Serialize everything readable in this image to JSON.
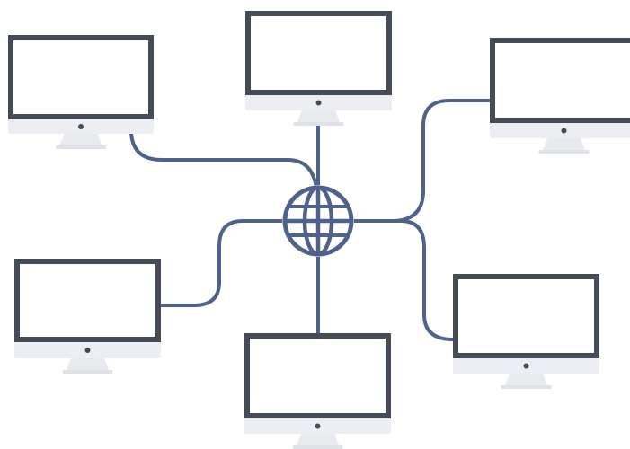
{
  "diagram": {
    "colors": {
      "background": "#ffffff",
      "connector": "#50628a",
      "globe": "#50628a",
      "monitor_frame": "#454b57",
      "monitor_screen": "#ffffff",
      "monitor_chin": "#eceef3",
      "monitor_stand": "#e8eaee",
      "camera_dot": "#454b57"
    },
    "hub": {
      "icon": "globe-icon"
    },
    "nodes": [
      {
        "id": "top-left",
        "icon": "desktop-monitor-icon"
      },
      {
        "id": "top-center",
        "icon": "desktop-monitor-icon"
      },
      {
        "id": "top-right",
        "icon": "desktop-monitor-icon"
      },
      {
        "id": "bottom-left",
        "icon": "desktop-monitor-icon"
      },
      {
        "id": "bottom-center",
        "icon": "desktop-monitor-icon"
      },
      {
        "id": "bottom-right",
        "icon": "desktop-monitor-icon"
      }
    ]
  }
}
